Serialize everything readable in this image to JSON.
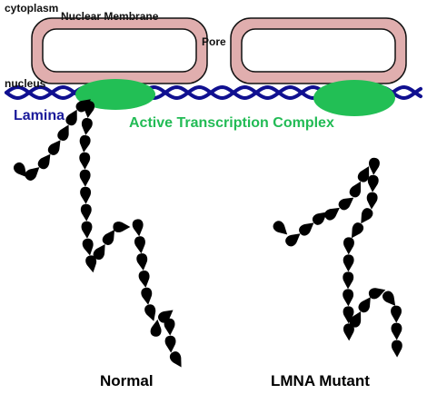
{
  "labels": {
    "cytoplasm": "cytoplasm",
    "nuclear_membrane": "Nuclear Membrane",
    "pore": "Pore",
    "nucleus": "nucleus",
    "lamina": "Lamina",
    "active_transcription_complex": "Active Transcription Complex",
    "normal": "Normal",
    "lmna_mutant": "LMNA Mutant"
  },
  "colors": {
    "membrane_fill": "#e0aeae",
    "membrane_stroke": "#111111",
    "lamina": "#101090",
    "lamina_label": "#1a1a9a",
    "complex": "#22bf55",
    "chromatin": "#000000"
  }
}
